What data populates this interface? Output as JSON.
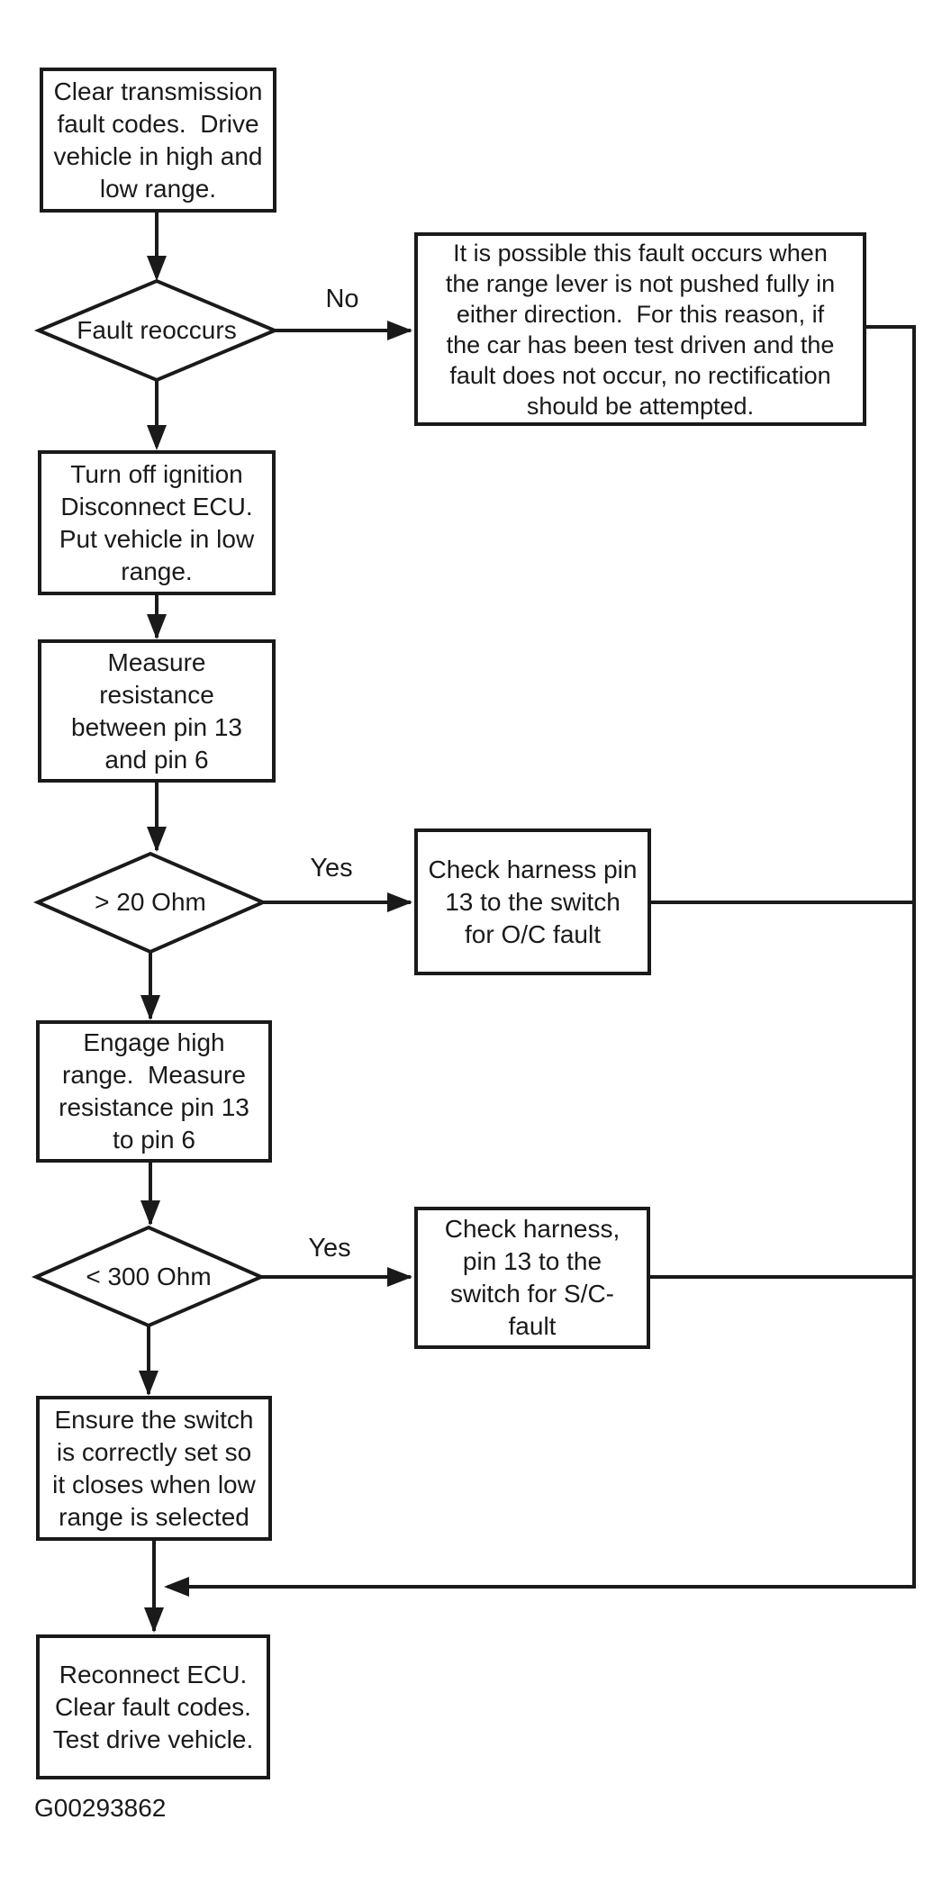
{
  "colors": {
    "ink": "#1a1a1a",
    "paper": "#ffffff"
  },
  "figure_id": "G00293862",
  "flowchart": {
    "nodes": {
      "clear": {
        "type": "process",
        "text": "Clear transmission\nfault codes.  Drive\nvehicle in high and\nlow range."
      },
      "fault_reoccurs": {
        "type": "decision",
        "text": "Fault reoccurs"
      },
      "info": {
        "type": "process",
        "text": "It is possible this fault occurs when\nthe range lever is not pushed fully in\neither direction.  For this reason, if\nthe car has been test driven and the\nfault does not occur, no rectification\nshould be attempted."
      },
      "turn_off": {
        "type": "process",
        "text": "Turn off ignition\nDisconnect ECU.\nPut vehicle in low\nrange."
      },
      "measure": {
        "type": "process",
        "text": "Measure\nresistance\nbetween pin 13\nand pin 6"
      },
      "gt20": {
        "type": "decision",
        "text": "> 20 Ohm"
      },
      "check_oc": {
        "type": "process",
        "text": "Check harness pin\n13 to the switch\nfor O/C fault"
      },
      "engage": {
        "type": "process",
        "text": "Engage high\nrange.  Measure\nresistance pin 13\nto pin 6"
      },
      "lt300": {
        "type": "decision",
        "text": "< 300 Ohm"
      },
      "check_sc": {
        "type": "process",
        "text": "Check harness,\npin 13 to the\nswitch for S/C-\nfault"
      },
      "ensure": {
        "type": "process",
        "text": "Ensure the switch\nis correctly set so\nit closes when low\nrange is selected"
      },
      "reconnect": {
        "type": "process",
        "text": "Reconnect ECU.\nClear fault codes.\nTest drive vehicle."
      }
    },
    "edge_labels": {
      "no": "No",
      "yes_oc": "Yes",
      "yes_sc": "Yes"
    }
  }
}
